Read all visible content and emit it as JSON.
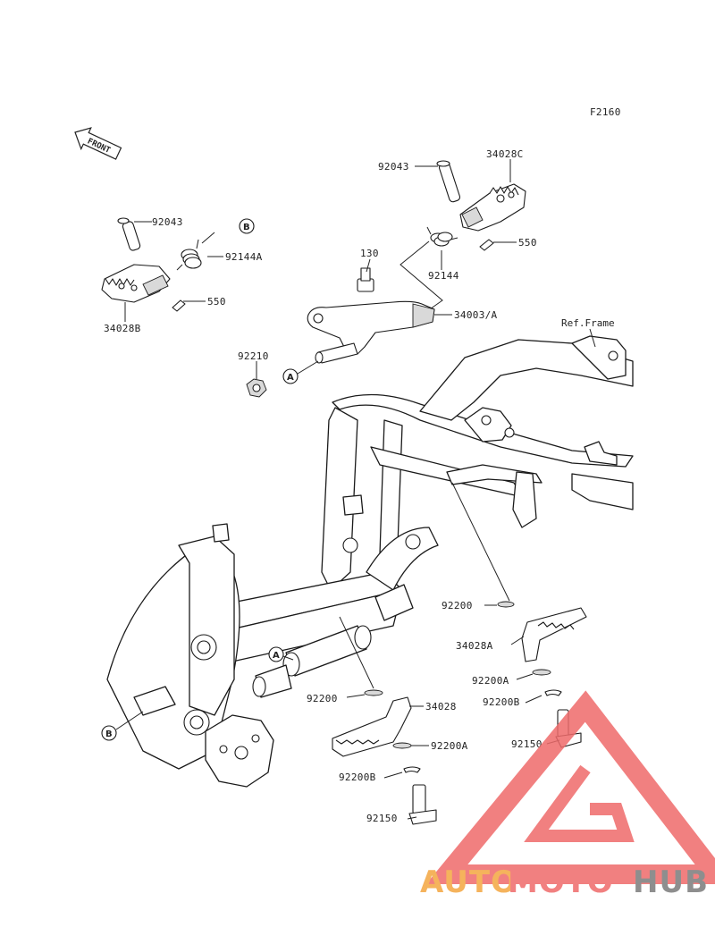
{
  "figure_code": "F2160",
  "front_arrow_text": "FRONT",
  "ref_frame_label": "Ref.Frame",
  "callouts": {
    "a": "A",
    "b": "B"
  },
  "parts": {
    "pin_upper_right": "92043",
    "footpeg_right": "34028C",
    "spring_right": "92144",
    "cotter_right": "550",
    "pin_left": "92043",
    "spring_left": "92144A",
    "cotter_left": "550",
    "footpeg_left": "34028B",
    "bolt": "130",
    "bracket": "34003/A",
    "nut": "92210",
    "washer_upper": "92200",
    "peg_lower_right": "34028A",
    "washer_a_right": "92200A",
    "washer_b_right": "92200B",
    "pin_lower_right": "92150",
    "washer_lower": "92200",
    "peg_lower_left": "34028",
    "washer_a_left": "92200A",
    "washer_b_left": "92200B",
    "pin_lower_left": "92150"
  },
  "watermark": {
    "part1": "AUTO",
    "part2": "MOTO",
    "part3": "HUB",
    "colors": {
      "triangle": "#ef6b6b",
      "auto": "#f4a640",
      "moto": "#ef6b6b",
      "hub": "#7b7b7b"
    }
  }
}
